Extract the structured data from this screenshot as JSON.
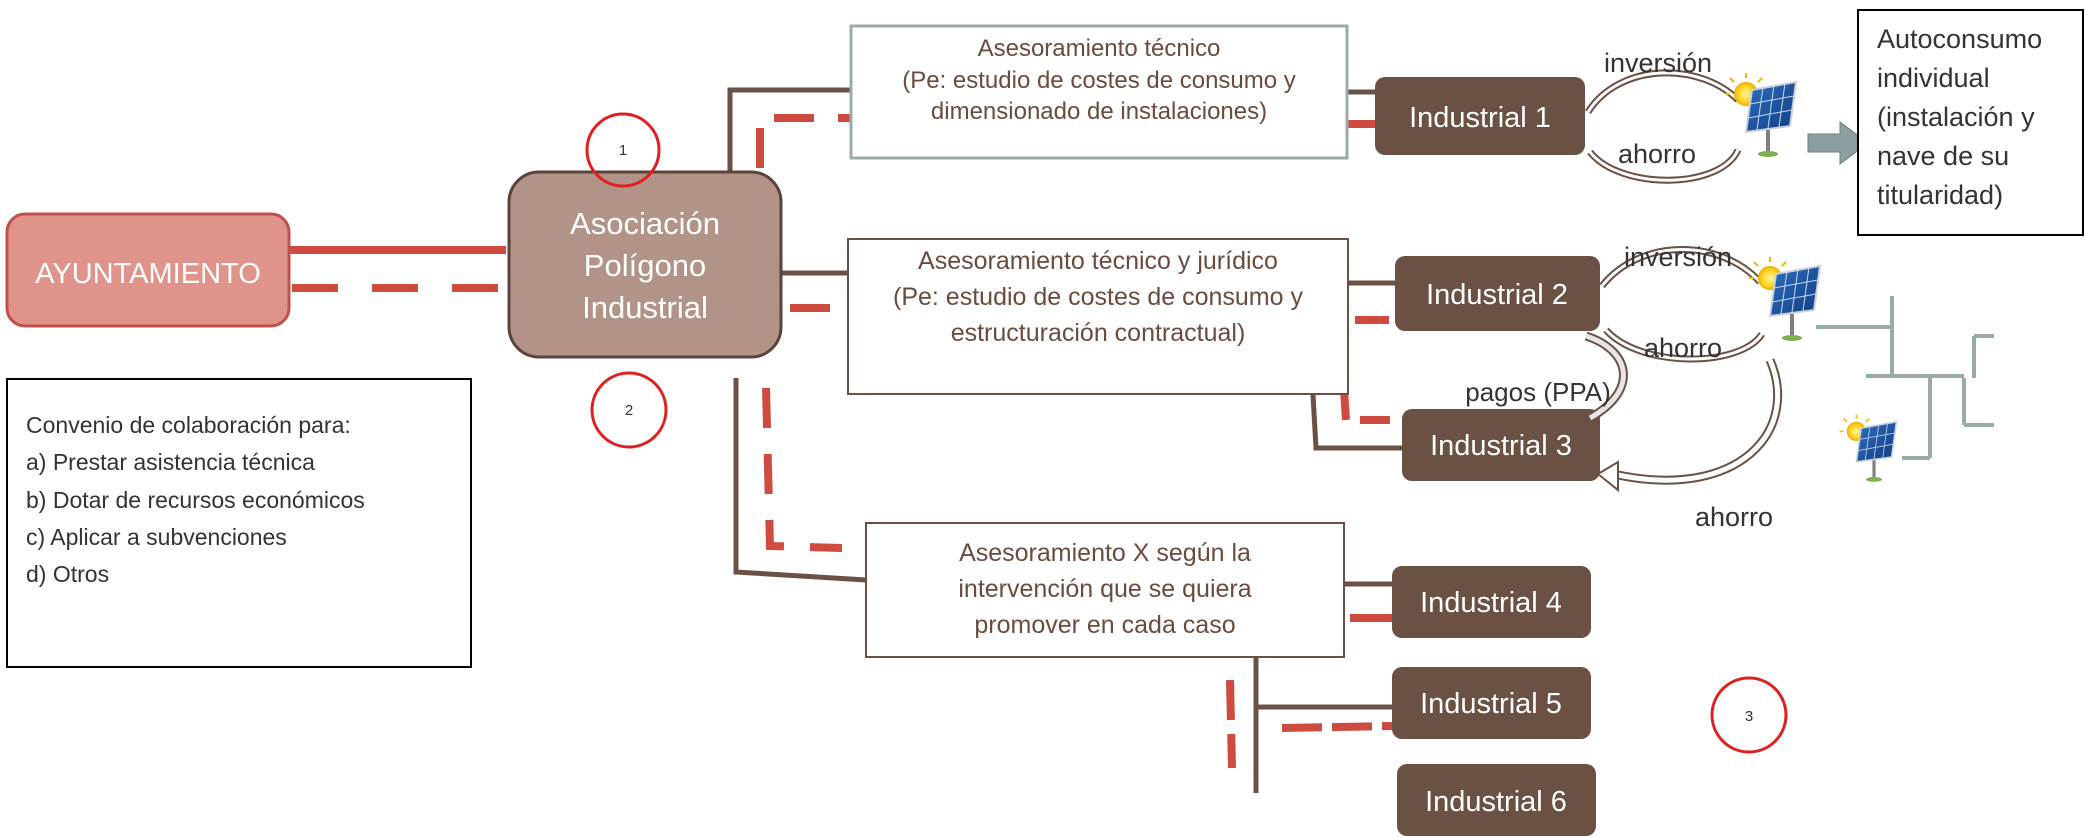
{
  "ayuntamiento": {
    "label": "AYUNTAMIENTO"
  },
  "asociacion": {
    "lines": [
      "Asociación",
      "Polígono",
      "Industrial"
    ]
  },
  "convenio": {
    "lines": [
      "Convenio de colaboración para:",
      "a) Prestar asistencia técnica",
      "b) Dotar de recursos económicos",
      "c) Aplicar a subvenciones",
      "d) Otros"
    ]
  },
  "markers": [
    "1",
    "2",
    "3"
  ],
  "advisory": [
    {
      "lines": [
        "Asesoramiento técnico",
        "(Pe: estudio de costes de consumo y",
        "dimensionado de instalaciones)"
      ]
    },
    {
      "lines": [
        "Asesoramiento técnico y jurídico",
        "(Pe: estudio de costes de consumo y",
        "estructuración contractual)"
      ]
    },
    {
      "lines": [
        "Asesoramiento X según la",
        "intervención que se quiera",
        "promover en cada caso"
      ]
    }
  ],
  "industrials": [
    "Industrial 1",
    "Industrial 2",
    "Industrial 3",
    "Industrial 4",
    "Industrial 5",
    "Industrial 6"
  ],
  "flows": {
    "inversion_1": "inversión",
    "ahorro_1": "ahorro",
    "inversion_2": "inversión",
    "ahorro_2": "ahorro",
    "pagos": "pagos (PPA)",
    "ahorro_3": "ahorro"
  },
  "autoconsumo": {
    "lines": [
      "Autoconsumo",
      "individual",
      "(instalación y",
      "nave de su",
      "titularidad)"
    ]
  },
  "colors": {
    "ayuntamiento_fill": "#e0938a",
    "ayuntamiento_border": "#c0504d",
    "asociacion_fill": "#b19487",
    "dark_brown": "#6b5044",
    "connector_red": "#cf4b3f",
    "marker_red": "#e02020",
    "advisory_text": "#6b4b3e"
  }
}
